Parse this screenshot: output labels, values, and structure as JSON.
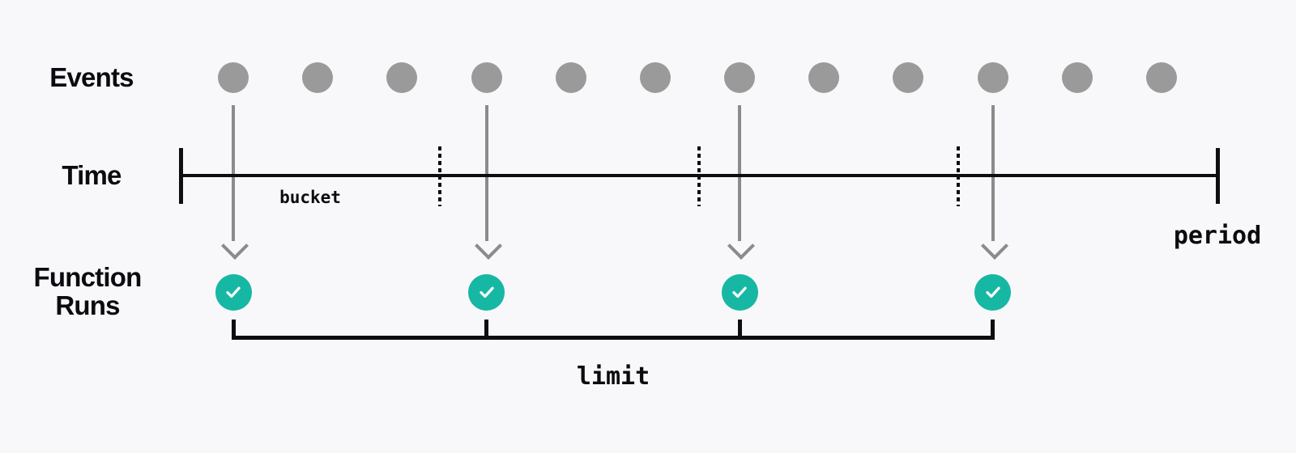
{
  "diagram_type": "event-throttling-timeline",
  "row_labels": {
    "events": "Events",
    "time": "Time",
    "function_runs": "Function Runs"
  },
  "annotations": {
    "bucket_label": "bucket",
    "period_label": "period",
    "limit_label": "limit"
  },
  "diagram": {
    "events": {
      "count": 12,
      "icon": "event-dot"
    },
    "function_runs": {
      "count": 4,
      "triggered_by_event_indices": [
        0,
        3,
        6,
        9
      ],
      "icon": "checkmark-icon",
      "connector_icon": "down-arrow-icon"
    },
    "time_axis": {
      "bucket_boundary_count": 3,
      "has_start_tick": true,
      "has_end_tick": true
    },
    "limit_bracket": {
      "tick_count": 4
    }
  },
  "colors": {
    "background": "#f8f8fb",
    "event_dot": "#9a9a9a",
    "arrow": "#8b8b8b",
    "line": "#0d0d12",
    "text": "#0b0b10",
    "run_success": "#17b8a3",
    "checkmark": "#ffffff"
  }
}
